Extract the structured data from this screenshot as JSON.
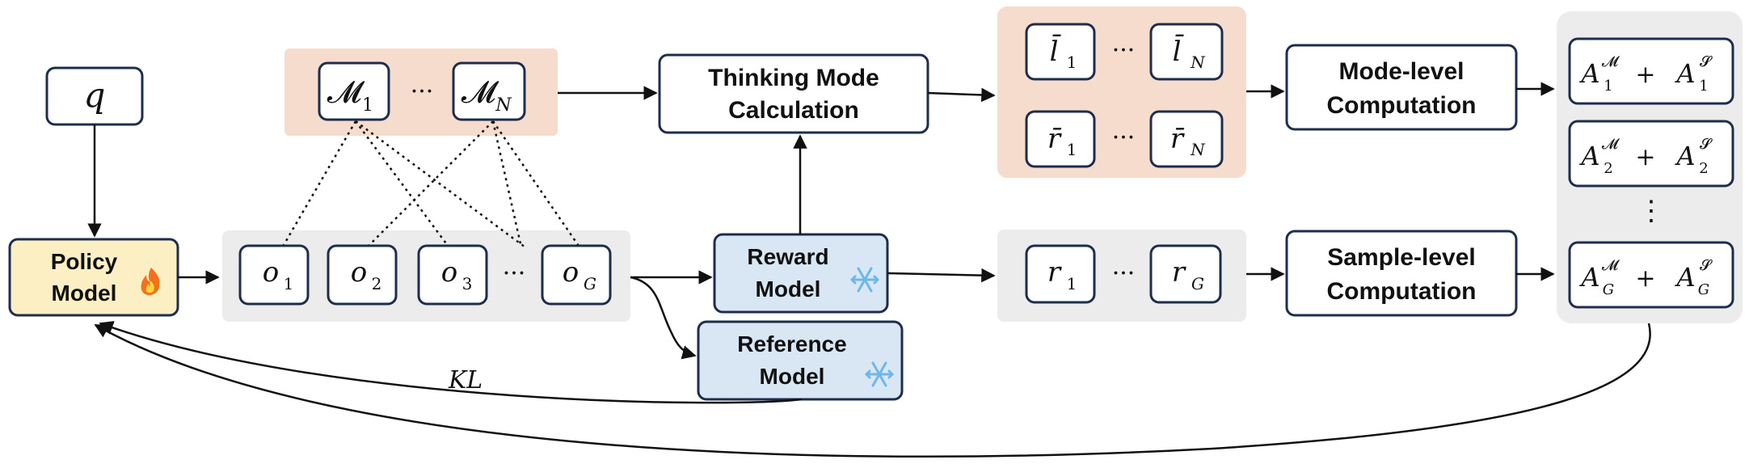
{
  "input": {
    "query": "q"
  },
  "policy_model": {
    "line1": "Policy",
    "line2": "Model",
    "icon": "fire-icon"
  },
  "modes": {
    "first": "𝓜",
    "first_sub": "1",
    "last": "𝓜",
    "last_sub": "N",
    "ellipsis": "···"
  },
  "outputs": {
    "items": [
      {
        "base": "o",
        "sub": "1"
      },
      {
        "base": "o",
        "sub": "2"
      },
      {
        "base": "o",
        "sub": "3"
      }
    ],
    "ellipsis": "···",
    "last": {
      "base": "o",
      "sub": "G"
    }
  },
  "thinking_mode": {
    "line1": "Thinking Mode",
    "line2": "Calculation"
  },
  "reward_model": {
    "line1": "Reward",
    "line2": "Model",
    "icon": "snowflake-icon"
  },
  "reference_model": {
    "line1": "Reference",
    "line2": "Model",
    "icon": "snowflake-icon"
  },
  "kl_label": "KL",
  "mode_stats": {
    "l_first": {
      "base": "l̄",
      "sub": "1"
    },
    "l_last": {
      "base": "l̄",
      "sub": "N"
    },
    "r_first": {
      "base": "r̄",
      "sub": "1"
    },
    "r_last": {
      "base": "r̄",
      "sub": "N"
    },
    "ellipsis": "···"
  },
  "rewards": {
    "first": {
      "base": "r",
      "sub": "1"
    },
    "last": {
      "base": "r",
      "sub": "G"
    },
    "ellipsis": "···"
  },
  "mode_level": {
    "line1": "Mode-level",
    "line2": "Computation"
  },
  "sample_level": {
    "line1": "Sample-level",
    "line2": "Computation"
  },
  "advantages": {
    "items": [
      {
        "sub": "1",
        "a": "A",
        "plus": "+",
        "supM": "𝓜",
        "supS": "𝓢"
      },
      {
        "sub": "2",
        "a": "A",
        "plus": "+",
        "supM": "𝓜",
        "supS": "𝓢"
      },
      {
        "sub": "G",
        "a": "A",
        "plus": "+",
        "supM": "𝓜",
        "supS": "𝓢"
      }
    ],
    "vdots": "⋮"
  },
  "colors": {
    "gray_panel": "#ececec",
    "peach_panel": "#f6dccd",
    "policy_fill": "#fcefc4",
    "model_fill": "#d9e6f3",
    "border": "#1f2d4d"
  }
}
